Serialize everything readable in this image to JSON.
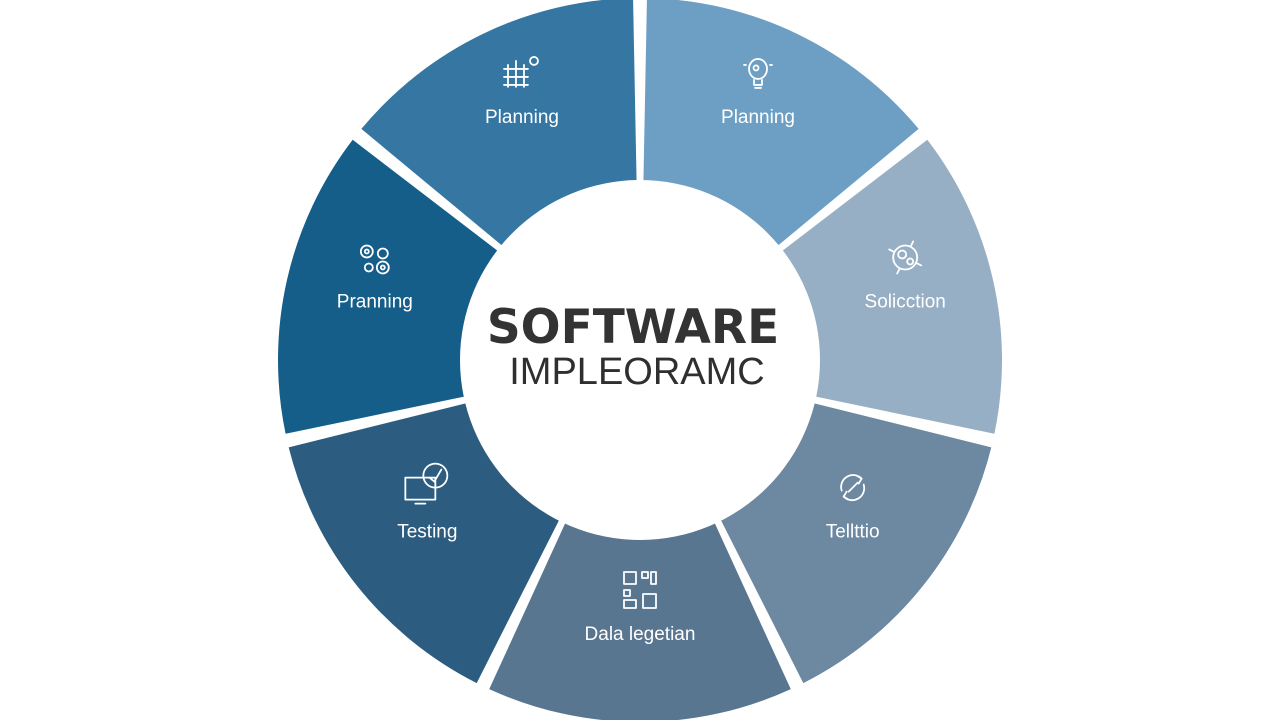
{
  "diagram": {
    "center": {
      "title": "SOFTWARE",
      "subtitle": "IMPLEORAMC"
    },
    "segments": [
      {
        "label": "Planning",
        "icon": "lightbulb-icon",
        "color": "#6c9fc3"
      },
      {
        "label": "Solicction",
        "icon": "gear-network-icon",
        "color": "#97afc4"
      },
      {
        "label": "Tellttio",
        "icon": "refresh-cycle-icon",
        "color": "#6d88a1"
      },
      {
        "label": "Dala legetian",
        "icon": "grid-blocks-icon",
        "color": "#597690"
      },
      {
        "label": "Testing",
        "icon": "monitor-check-icon",
        "color": "#2c5d80"
      },
      {
        "label": "Pranning",
        "icon": "gears-icon",
        "color": "#155e89"
      },
      {
        "label": "Planning",
        "icon": "checklist-icon",
        "color": "#3577a2"
      }
    ]
  }
}
